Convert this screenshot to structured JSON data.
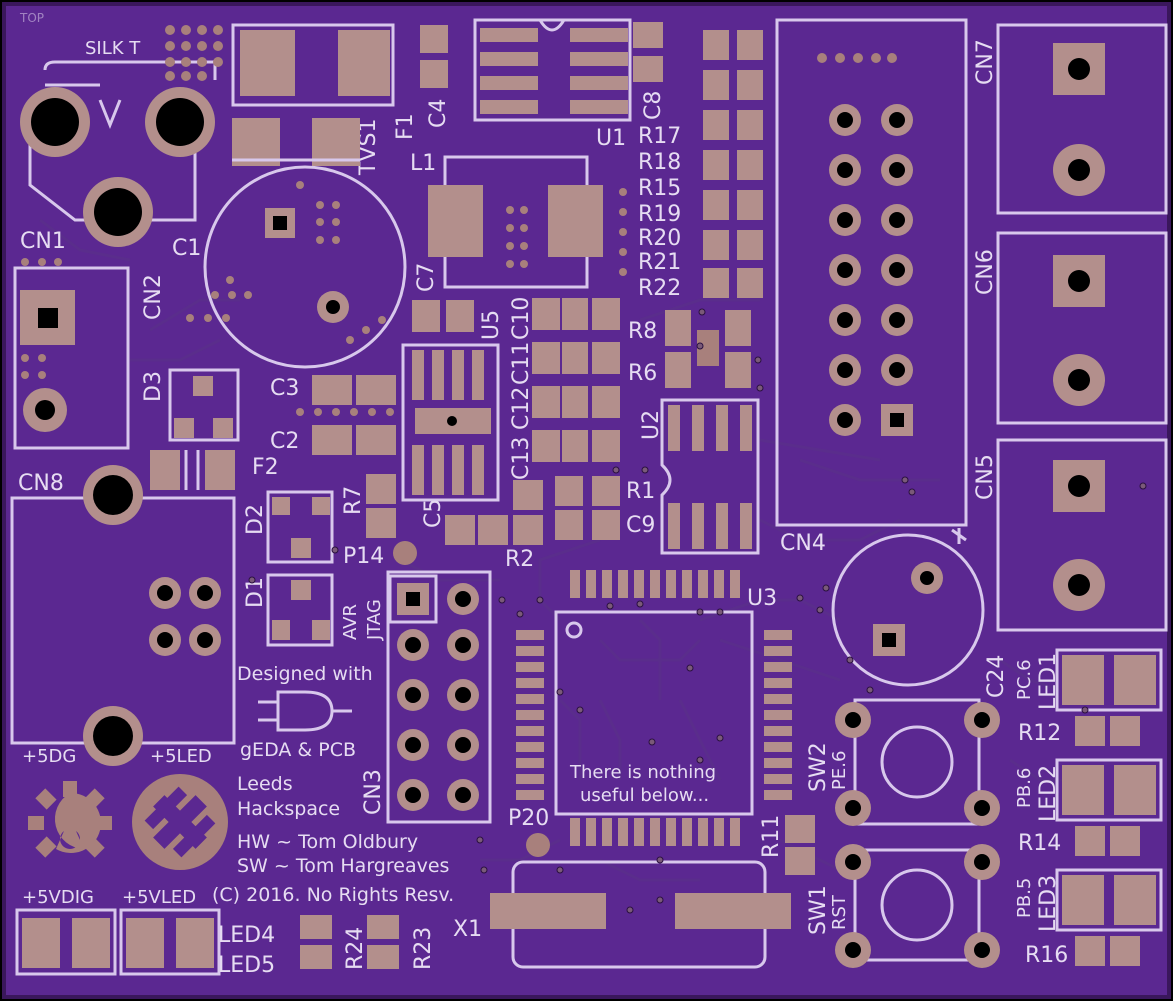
{
  "board": {
    "silk_label": "SILK T",
    "corner_label": "TOP",
    "substrate_color": "#5b2891",
    "pad_color": "#b38f8c",
    "silk_color": "#d8c8ec",
    "outline_color": "#3a175c"
  },
  "refdes": {
    "CN1": "CN1",
    "CN2": "CN2",
    "CN3": "CN3",
    "CN4": "CN4",
    "CN5": "CN5",
    "CN6": "CN6",
    "CN7": "CN7",
    "CN8": "CN8",
    "C1": "C1",
    "C2": "C2",
    "C3": "C3",
    "C4": "C4",
    "C5": "C5",
    "C7": "C7",
    "C8": "C8",
    "C9": "C9",
    "C10": "C10",
    "C11": "C11",
    "C12": "C12",
    "C13": "C13",
    "C24": "C24",
    "D1": "D1",
    "D2": "D2",
    "D3": "D3",
    "F1": "F1",
    "F2": "F2",
    "L1": "L1",
    "TVS1": "TVS1",
    "U1": "U1",
    "U2": "U2",
    "U3": "U3",
    "U5": "U5",
    "R1": "R1",
    "R2": "R2",
    "R6": "R6",
    "R7": "R7",
    "R8": "R8",
    "R11": "R11",
    "R12": "R12",
    "R14": "R14",
    "R15": "R15",
    "R16": "R16",
    "R17": "R17",
    "R18": "R18",
    "R19": "R19",
    "R20": "R20",
    "R21": "R21",
    "R22": "R22",
    "R23": "R23",
    "R24": "R24",
    "P14": "P14",
    "P20": "P20",
    "SW1": "SW1",
    "SW2": "SW2",
    "X1": "X1",
    "LED1": "LED1",
    "LED2": "LED2",
    "LED3": "LED3",
    "LED4": "LED4",
    "LED5": "LED5"
  },
  "labels": {
    "avr": "AVR",
    "jtag": "JTAG",
    "designed_with": "Designed with",
    "geda": "gEDA & PCB",
    "leeds": "Leeds",
    "hackspace": "Hackspace",
    "hw": "HW ~ Tom Oldbury",
    "sw": "SW ~ Tom Hargreaves",
    "copyright": "(C) 2016. No Rights Resv.",
    "nothing_line1": "There is nothing",
    "nothing_line2": "useful below...",
    "p5dg": "+5DG",
    "p5led": "+5LED",
    "p5vdig": "+5VDIG",
    "p5vled": "+5VLED",
    "pe6": "PE.6",
    "rst": "RST",
    "pc6": "PC.6",
    "pb6": "PB.6",
    "pb5": "PB.5"
  }
}
